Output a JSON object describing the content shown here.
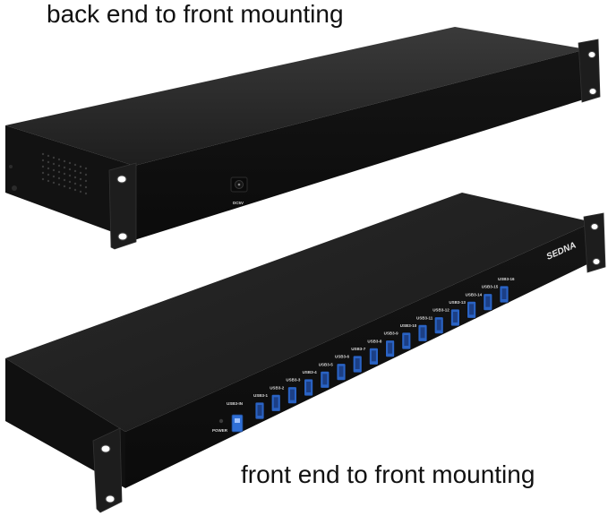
{
  "captions": {
    "top": "back end to front mounting",
    "bottom": "front end to front mounting"
  },
  "back_panel": {
    "power_label": "DC5V"
  },
  "front_panel": {
    "brand": "SEDNA",
    "power_label": "POWER",
    "input_label": "USB3-IN",
    "port_labels": [
      "USB3-1",
      "USB3-2",
      "USB3-3",
      "USB3-4",
      "USB3-5",
      "USB3-6",
      "USB3-7",
      "USB3-8",
      "USB3-9",
      "USB3-10",
      "USB3-11",
      "USB3-12",
      "USB3-13",
      "USB3-14",
      "USB3-15",
      "USB3-16"
    ]
  },
  "colors": {
    "chassis": "#1a1a1a",
    "usb_input": "#2f6fd6",
    "usb_port": "#2a63c4"
  }
}
